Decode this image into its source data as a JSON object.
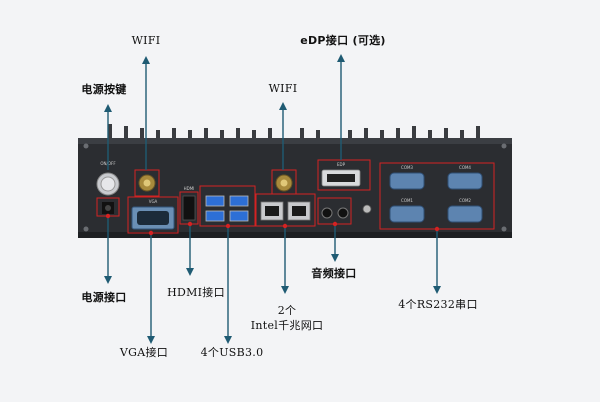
{
  "labels": {
    "wifi_left": "WIFI",
    "wifi_mid": "WIFI",
    "edp": "eDP接口 (可选)",
    "power_button": "电源按键",
    "power_port": "电源接口",
    "hdmi": "HDMI接口",
    "vga": "VGA接口",
    "usb": "4个USB3.0",
    "lan_line1": "2个",
    "lan_line2": "Intel千兆网口",
    "audio": "音频接口",
    "rs232": "4个RS232串口"
  },
  "panel": {
    "on_off": "ON/OFF",
    "hdmi_small": "HDMI",
    "vga_small": "VGA",
    "edp_small": "EDP",
    "com1": "COM1",
    "com2": "COM2",
    "com3": "COM3",
    "com4": "COM4"
  },
  "colors": {
    "arrow": "#1f5b73",
    "highlight": "#d42222",
    "chassis": "#2b2d31"
  }
}
